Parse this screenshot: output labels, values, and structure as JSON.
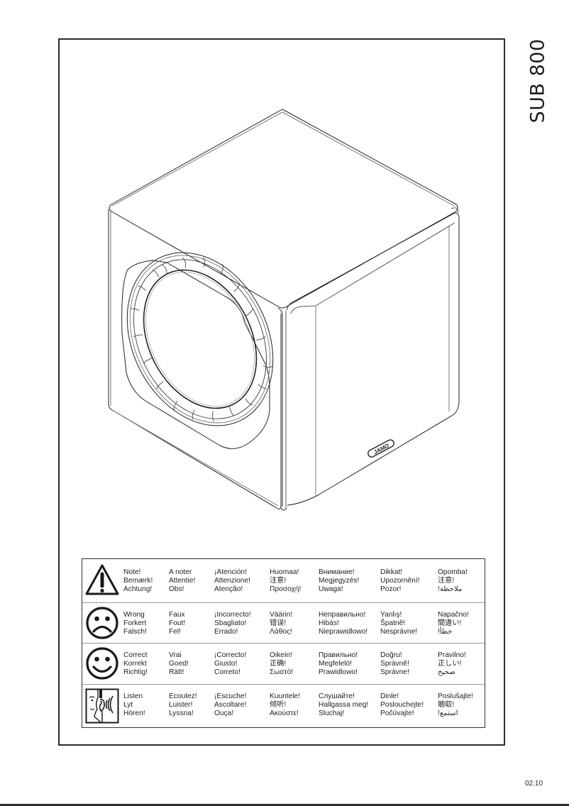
{
  "document": {
    "side_title": "SUB 800",
    "page_code": "02.10",
    "illustration": {
      "subject": "subwoofer-isometric-line-drawing",
      "logo_text": "JAMO"
    }
  },
  "warning_table": {
    "rows": [
      {
        "icon": "warning-triangle-icon",
        "cells": [
          [
            "Note!",
            "Bemærk!",
            "Achtung!"
          ],
          [
            "A noter",
            "Attentie!",
            "Obs!"
          ],
          [
            "¡Atención!",
            "Attenzione!",
            "Atenção!"
          ],
          [
            "Huomaa!",
            "注意!",
            "Προσοχή!"
          ],
          [
            "Внимание!",
            "Megjegyzés!",
            "Uwaga!"
          ],
          [
            "Dikkat!",
            "Upozornění!",
            "Pozor!"
          ],
          [
            "Opomba!",
            "注意!",
            "!ملاحظة"
          ]
        ]
      },
      {
        "icon": "sad-face-icon",
        "cells": [
          [
            "Wrong",
            "Forkert",
            "Falsch!"
          ],
          [
            "Faux",
            "Fout!",
            "Fel!"
          ],
          [
            "¡Incorrecto!",
            "Sbagliato!",
            "Errado!"
          ],
          [
            "Väärin!",
            "错误!",
            "Λάθος!"
          ],
          [
            "Неправильно!",
            "Hibás!",
            "Nieprawidlowo!"
          ],
          [
            "Yanlış!",
            "Špatně!",
            "Nesprávne!"
          ],
          [
            "Napačno!",
            "間違い!",
            "!خطأ"
          ]
        ]
      },
      {
        "icon": "happy-face-icon",
        "cells": [
          [
            "Correct",
            "Korrekt",
            "Richtig!"
          ],
          [
            "Vrai",
            "Goed!",
            "Rätt!"
          ],
          [
            "¡Correcto!",
            "Giusto!",
            "Correto!"
          ],
          [
            "Oikein!",
            "正确!",
            "Σωστό!"
          ],
          [
            "Правильно!",
            "Megfelelö!",
            "Prawidlowo!"
          ],
          [
            "Doğru!",
            "Správně!",
            "Správne!"
          ],
          [
            "Pravilno!",
            "正しい!",
            "صحيح"
          ]
        ]
      },
      {
        "icon": "listen-ear-icon",
        "cells": [
          [
            "Listen",
            "Lyt",
            "Hören!"
          ],
          [
            "Ecoutez!",
            "Luister!",
            "Lyssna!"
          ],
          [
            "¡Escuche!",
            "Ascoltare!",
            "Ouça!"
          ],
          [
            "Kuuntele!",
            "倾听!",
            "Ακούστε!"
          ],
          [
            "Слушайте!",
            "Hallgassa meg!",
            "Sluchaj!"
          ],
          [
            "Dinle!",
            "Poslouchejte!",
            "Počúvajte!"
          ],
          [
            "Poslušajte!",
            "聴取!",
            "!استمع"
          ]
        ]
      }
    ]
  },
  "colors": {
    "ink": "#1a1a1a",
    "frame": "#2b2b2b",
    "divider": "#9a9a9a",
    "background": "#ffffff"
  }
}
